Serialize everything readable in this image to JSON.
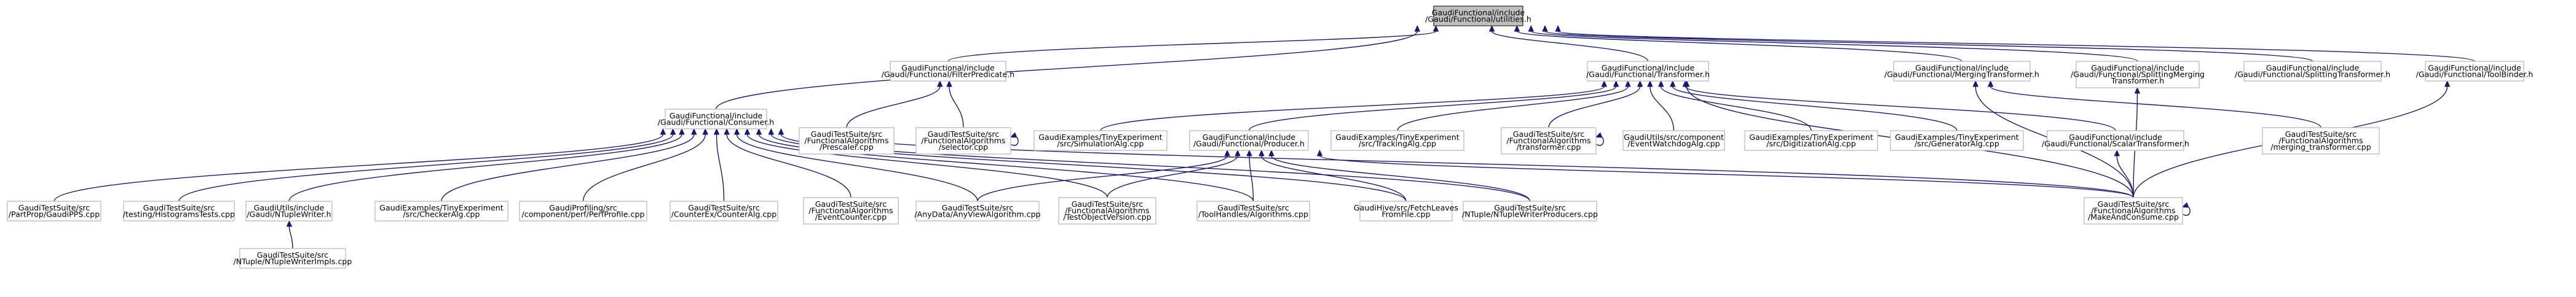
{
  "graph": {
    "nodes": [
      {
        "id": "n0",
        "lines": [
          "GaudiFunctional/include",
          "/Gaudi/Functional/utilities.h"
        ],
        "root": true
      },
      {
        "id": "n1",
        "lines": [
          "GaudiFunctional/include",
          "/Gaudi/Functional/Consumer.h"
        ]
      },
      {
        "id": "n2",
        "lines": [
          "GaudiFunctional/include",
          "/Gaudi/Functional/FilterPredicate.h"
        ]
      },
      {
        "id": "n3",
        "lines": [
          "GaudiFunctional/include",
          "/Gaudi/Functional/Transformer.h"
        ]
      },
      {
        "id": "n4",
        "lines": [
          "GaudiFunctional/include",
          "/Gaudi/Functional/MergingTransformer.h"
        ]
      },
      {
        "id": "n5",
        "lines": [
          "GaudiFunctional/include",
          "/Gaudi/Functional/SplittingMerging",
          "Transformer.h"
        ]
      },
      {
        "id": "n6",
        "lines": [
          "GaudiFunctional/include",
          "/Gaudi/Functional/SplittingTransformer.h"
        ]
      },
      {
        "id": "n7",
        "lines": [
          "GaudiFunctional/include",
          "/Gaudi/Functional/ToolBinder.h"
        ]
      },
      {
        "id": "n8",
        "lines": [
          "GaudiTestSuite/src",
          "/PartProp/GaudiPPS.cpp"
        ]
      },
      {
        "id": "n9",
        "lines": [
          "GaudiTestSuite/src",
          "/testing/HistogramsTests.cpp"
        ]
      },
      {
        "id": "n10",
        "lines": [
          "GaudiUtils/include",
          "/Gaudi/NTupleWriter.h"
        ]
      },
      {
        "id": "n11",
        "lines": [
          "GaudiExamples/TinyExperiment",
          "/src/CheckerAlg.cpp"
        ]
      },
      {
        "id": "n12",
        "lines": [
          "GaudiProfiling/src",
          "/component/perf/PerfProfile.cpp"
        ]
      },
      {
        "id": "n13",
        "lines": [
          "GaudiTestSuite/src",
          "/CounterEx/CounterAlg.cpp"
        ]
      },
      {
        "id": "n14",
        "lines": [
          "GaudiTestSuite/src",
          "/FunctionalAlgorithms",
          "/EventCounter.cpp"
        ]
      },
      {
        "id": "n15",
        "lines": [
          "GaudiTestSuite/src",
          "/AnyData/AnyViewAlgorithm.cpp"
        ]
      },
      {
        "id": "n16",
        "lines": [
          "GaudiTestSuite/src",
          "/FunctionalAlgorithms",
          "/TestObjectVersion.cpp"
        ]
      },
      {
        "id": "n17",
        "lines": [
          "GaudiTestSuite/src",
          "/ToolHandles/Algorithms.cpp"
        ]
      },
      {
        "id": "n18",
        "lines": [
          "GaudiHive/src/FetchLeaves",
          "FromFile.cpp"
        ]
      },
      {
        "id": "n19",
        "lines": [
          "GaudiTestSuite/src",
          "/NTuple/NTupleWriterProducers.cpp"
        ]
      },
      {
        "id": "n20",
        "lines": [
          "GaudiTestSuite/src",
          "/FunctionalAlgorithms",
          "/MakeAndConsume.cpp"
        ]
      },
      {
        "id": "n21",
        "lines": [
          "GaudiTestSuite/src",
          "/NTuple/NTupleWriterImpls.cpp"
        ]
      },
      {
        "id": "n22",
        "lines": [
          "GaudiTestSuite/src",
          "/FunctionalAlgorithms",
          "/Prescaler.cpp"
        ]
      },
      {
        "id": "n23",
        "lines": [
          "GaudiTestSuite/src",
          "/FunctionalAlgorithms",
          "/selector.cpp"
        ]
      },
      {
        "id": "n24",
        "lines": [
          "GaudiExamples/TinyExperiment",
          "/src/SimulationAlg.cpp"
        ]
      },
      {
        "id": "n25",
        "lines": [
          "GaudiFunctional/include",
          "/Gaudi/Functional/Producer.h"
        ]
      },
      {
        "id": "n26",
        "lines": [
          "GaudiExamples/TinyExperiment",
          "/src/TrackingAlg.cpp"
        ]
      },
      {
        "id": "n27",
        "lines": [
          "GaudiTestSuite/src",
          "/FunctionalAlgorithms",
          "/transformer.cpp"
        ]
      },
      {
        "id": "n28",
        "lines": [
          "GaudiUtils/src/component",
          "/EventWatchdogAlg.cpp"
        ]
      },
      {
        "id": "n29",
        "lines": [
          "GaudiExamples/TinyExperiment",
          "/src/DigitizationAlg.cpp"
        ]
      },
      {
        "id": "n30",
        "lines": [
          "GaudiExamples/TinyExperiment",
          "/src/GeneratorAlg.cpp"
        ]
      },
      {
        "id": "n31",
        "lines": [
          "GaudiFunctional/include",
          "/Gaudi/Functional/ScalarTransformer.h"
        ]
      },
      {
        "id": "n32",
        "lines": [
          "GaudiTestSuite/src",
          "/FunctionalAlgorithms",
          "/merging_transformer.cpp"
        ]
      }
    ],
    "edges": [
      [
        "n1",
        "n0"
      ],
      [
        "n2",
        "n0"
      ],
      [
        "n3",
        "n0"
      ],
      [
        "n4",
        "n0"
      ],
      [
        "n5",
        "n0"
      ],
      [
        "n6",
        "n0"
      ],
      [
        "n7",
        "n0"
      ],
      [
        "n8",
        "n1"
      ],
      [
        "n9",
        "n1"
      ],
      [
        "n10",
        "n1"
      ],
      [
        "n11",
        "n1"
      ],
      [
        "n12",
        "n1"
      ],
      [
        "n13",
        "n1"
      ],
      [
        "n14",
        "n1"
      ],
      [
        "n15",
        "n1"
      ],
      [
        "n16",
        "n1"
      ],
      [
        "n17",
        "n1"
      ],
      [
        "n18",
        "n1"
      ],
      [
        "n19",
        "n1"
      ],
      [
        "n20",
        "n1"
      ],
      [
        "n21",
        "n10"
      ],
      [
        "n22",
        "n2"
      ],
      [
        "n23",
        "n2"
      ],
      [
        "n23",
        "n23"
      ],
      [
        "n24",
        "n3"
      ],
      [
        "n25",
        "n3"
      ],
      [
        "n26",
        "n3"
      ],
      [
        "n27",
        "n3"
      ],
      [
        "n28",
        "n3"
      ],
      [
        "n29",
        "n3"
      ],
      [
        "n30",
        "n3"
      ],
      [
        "n31",
        "n3"
      ],
      [
        "n20",
        "n3"
      ],
      [
        "n27",
        "n27"
      ],
      [
        "n15",
        "n25"
      ],
      [
        "n16",
        "n25"
      ],
      [
        "n17",
        "n25"
      ],
      [
        "n18",
        "n25"
      ],
      [
        "n19",
        "n25"
      ],
      [
        "n20",
        "n25"
      ],
      [
        "n20",
        "n31"
      ],
      [
        "n32",
        "n4"
      ],
      [
        "n20",
        "n4"
      ],
      [
        "n20",
        "n5"
      ],
      [
        "n20",
        "n7"
      ],
      [
        "n20",
        "n20"
      ]
    ]
  }
}
